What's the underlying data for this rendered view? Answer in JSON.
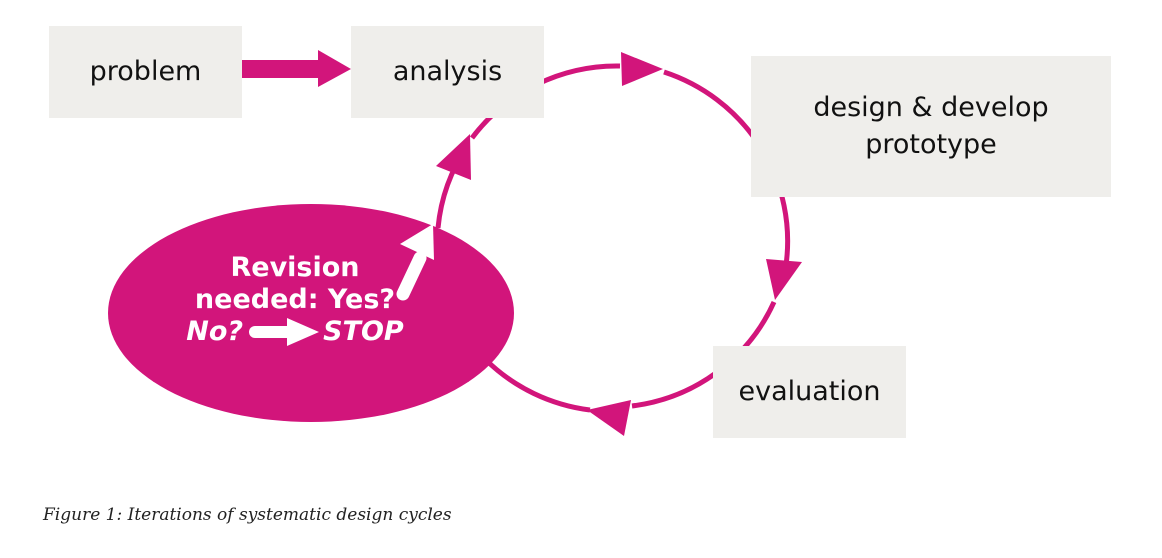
{
  "colors": {
    "accent": "#d2157b",
    "box_fill": "#efeeeb",
    "text": "#111111",
    "on_accent": "#ffffff"
  },
  "nodes": {
    "problem": "problem",
    "analysis": "analysis",
    "design_line1": "design & develop",
    "design_line2": "prototype",
    "evaluation": "evaluation"
  },
  "decision": {
    "line1": "Revision",
    "line2": "needed: Yes?",
    "no_label": "No?",
    "stop_label": "STOP"
  },
  "edges": [
    {
      "from": "problem",
      "to": "analysis",
      "type": "block-arrow"
    },
    {
      "from": "analysis",
      "to": "design & develop prototype",
      "type": "cycle-arc"
    },
    {
      "from": "design & develop prototype",
      "to": "evaluation",
      "type": "cycle-arc"
    },
    {
      "from": "evaluation",
      "to": "Revision needed",
      "type": "cycle-arc"
    },
    {
      "from": "Revision needed",
      "to": "analysis",
      "type": "cycle-arc",
      "condition": "Yes"
    },
    {
      "from": "Revision needed",
      "to": "STOP",
      "type": "block-arrow",
      "condition": "No"
    }
  ],
  "caption": "Figure 1: Iterations of systematic design cycles"
}
